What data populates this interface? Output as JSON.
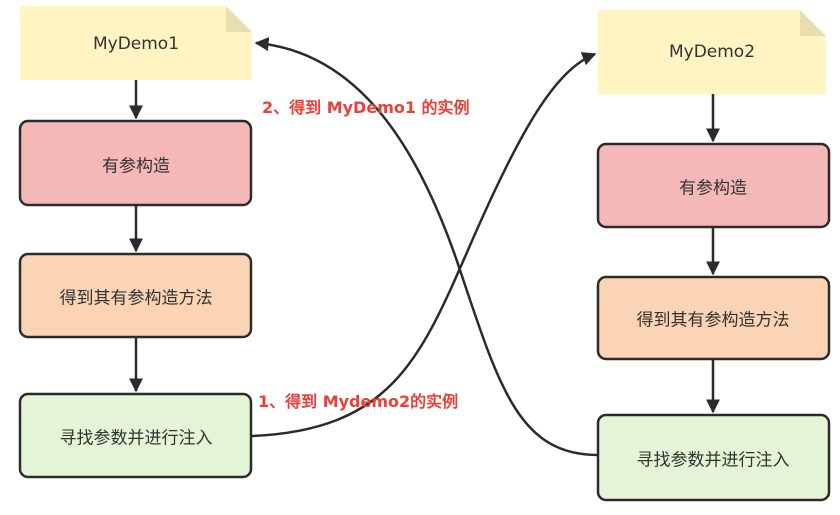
{
  "diagram": {
    "left_column": {
      "note": "MyDemo1",
      "step1": "有参构造",
      "step2": "得到其有参构造方法",
      "step3": "寻找参数并进行注入"
    },
    "right_column": {
      "note": "MyDemo2",
      "step1": "有参构造",
      "step2": "得到其有参构造方法",
      "step3": "寻找参数并进行注入"
    },
    "annotations": {
      "first": "1、得到 Mydemo2的实例",
      "second": "2、得到 MyDemo1 的实例"
    }
  },
  "colors": {
    "note_fill": "#fff4c2",
    "note_fold": "#e8dfae",
    "step1_fill": "#f5b8b8",
    "step2_fill": "#fad4b4",
    "step3_fill": "#e3f5d6",
    "stroke": "#2b2b2b",
    "annotation_text": "#e8403a"
  }
}
